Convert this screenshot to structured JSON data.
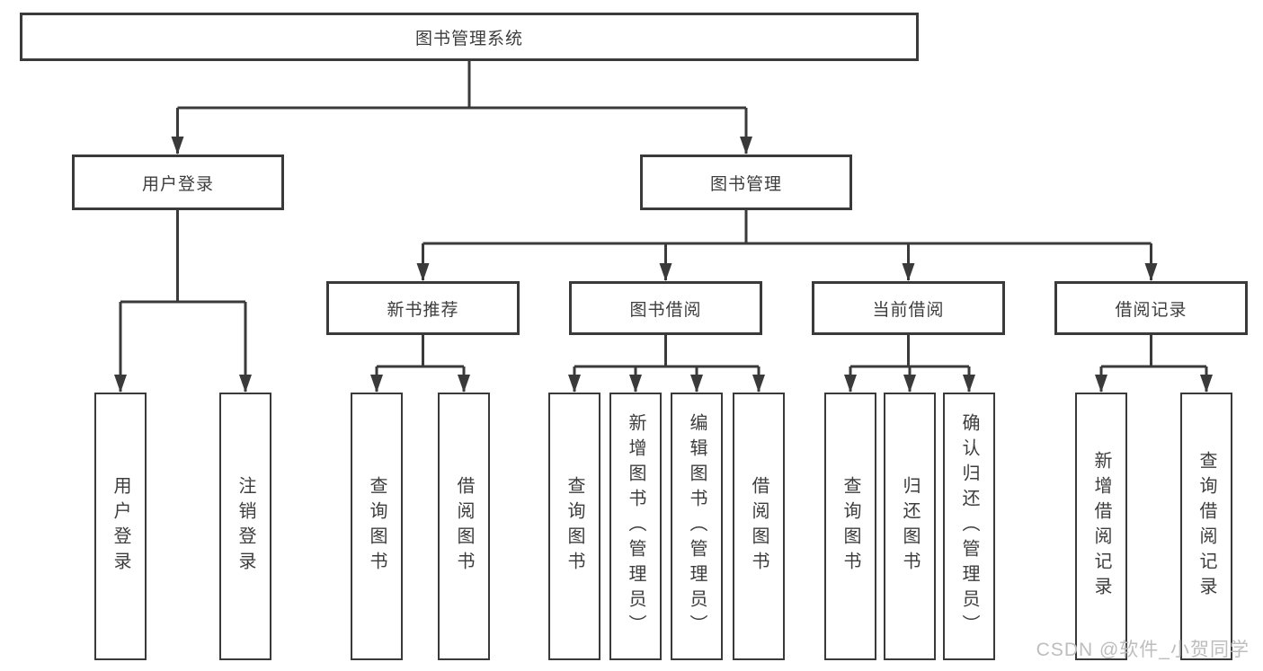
{
  "diagram_title": "图书管理系统",
  "tree": {
    "label": "图书管理系统",
    "children": [
      {
        "label": "用户登录",
        "children": [
          {
            "label": "用户登录"
          },
          {
            "label": "注销登录"
          }
        ]
      },
      {
        "label": "图书管理",
        "children": [
          {
            "label": "新书推荐",
            "children": [
              {
                "label": "查询图书"
              },
              {
                "label": "借阅图书"
              }
            ]
          },
          {
            "label": "图书借阅",
            "children": [
              {
                "label": "查询图书"
              },
              {
                "label": "新增图书（管理员）"
              },
              {
                "label": "编辑图书（管理员）"
              },
              {
                "label": "借阅图书"
              }
            ]
          },
          {
            "label": "当前借阅",
            "children": [
              {
                "label": "查询图书"
              },
              {
                "label": "归还图书"
              },
              {
                "label": "确认归还（管理员）"
              }
            ]
          },
          {
            "label": "借阅记录",
            "children": [
              {
                "label": "新增借阅记录"
              },
              {
                "label": "查询借阅记录"
              }
            ]
          }
        ]
      }
    ]
  },
  "watermark": {
    "text": "CSDN @软件_小贺同学"
  },
  "colors": {
    "line": "#3a3a3a",
    "box_border": "#3a3a3a",
    "text": "#3d3d3d",
    "watermark": "#bdbdbd",
    "background": "#ffffff"
  }
}
